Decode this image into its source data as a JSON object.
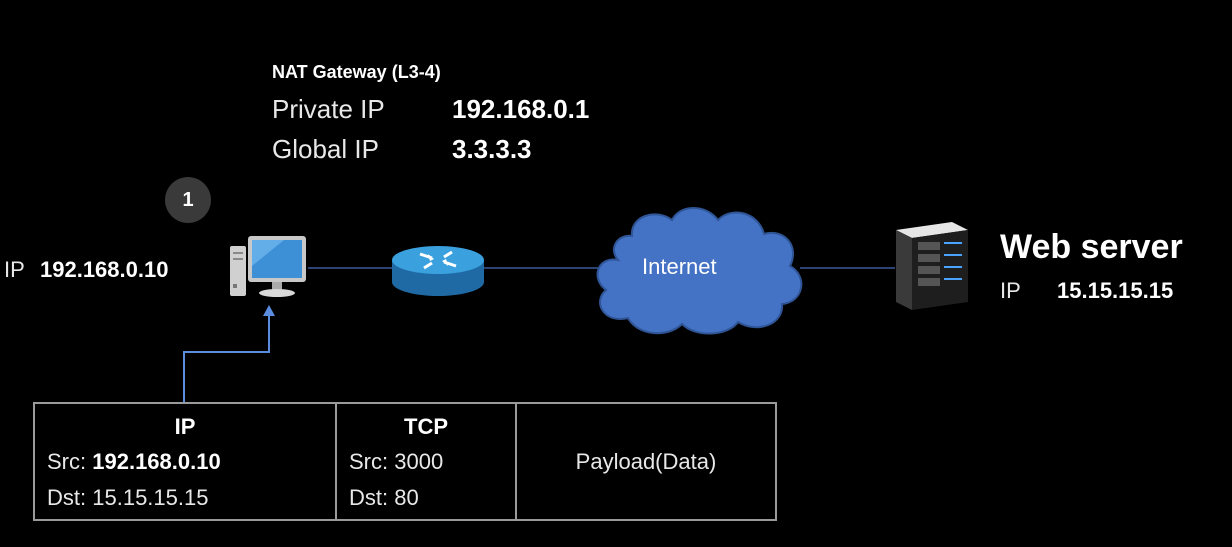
{
  "nat_gateway": {
    "title": "NAT Gateway (L3-4)",
    "private_ip_label": "Private IP",
    "private_ip_value": "192.168.0.1",
    "global_ip_label": "Global IP",
    "global_ip_value": "3.3.3.3"
  },
  "step": {
    "number": "1"
  },
  "client": {
    "ip_label": "IP",
    "ip_value": "192.168.0.10"
  },
  "cloud": {
    "label": "Internet"
  },
  "web_server": {
    "title": "Web server",
    "ip_label": "IP",
    "ip_value": "15.15.15.15"
  },
  "packet": {
    "ip": {
      "header": "IP",
      "src_label": "Src:",
      "src_value": "192.168.0.10",
      "dst_label": "Dst:",
      "dst_value": "15.15.15.15"
    },
    "tcp": {
      "header": "TCP",
      "src_label": "Src:",
      "src_value": "3000",
      "dst_label": "Dst:",
      "dst_value": "80"
    },
    "payload": "Payload(Data)"
  },
  "colors": {
    "background": "#000000",
    "link_line": "#3b5b9a",
    "cloud_fill": "#4472c4",
    "router_fill": "#2e86c1",
    "badge_fill": "#3a3a3a",
    "packet_border": "#9a9a9a"
  },
  "icons": [
    "desktop-computer-icon",
    "router-icon",
    "internet-cloud-icon",
    "server-tower-icon",
    "arrow-up-icon"
  ]
}
